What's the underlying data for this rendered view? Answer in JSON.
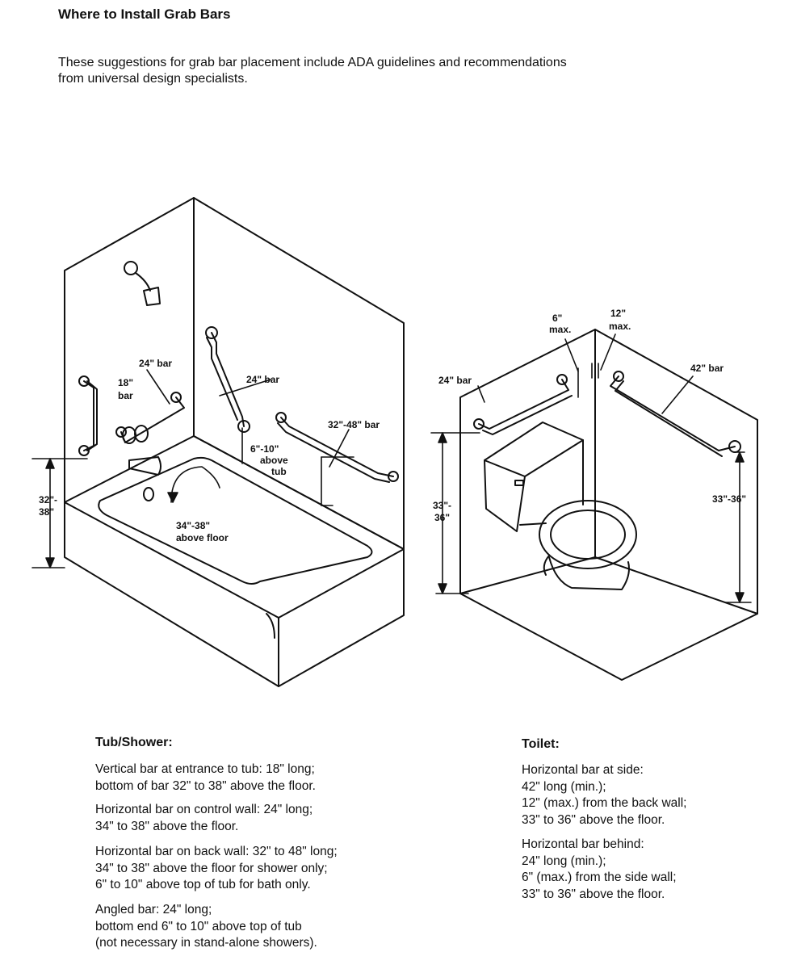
{
  "title": "Where to Install Grab Bars",
  "intro": [
    "These suggestions for grab bar placement include ADA guidelines and recommendations",
    "from universal design specialists."
  ],
  "tub_labels": {
    "bar_24_top": "24\" bar",
    "bar_18_a": "18\"",
    "bar_18_b": "bar",
    "angled_24": "24\" bar",
    "back_32_48": "32\"-48\" bar",
    "dim_6_10_a": "6\"-10\"",
    "dim_6_10_b": "above",
    "dim_6_10_c": "tub",
    "dim_34_38_a": "34\"-38\"",
    "dim_34_38_b": "above floor",
    "dim_32_38_a": "32\"-",
    "dim_32_38_b": "38\""
  },
  "toilet_labels": {
    "six_a": "6\"",
    "six_b": "max.",
    "twelve_a": "12\"",
    "twelve_b": "max.",
    "bar_24": "24\" bar",
    "bar_42": "42\" bar",
    "dim_33_36_left_a": "33\"-",
    "dim_33_36_left_b": "36\"",
    "dim_33_36_right": "33\"-36\""
  },
  "tub_section": {
    "heading": "Tub/Shower:",
    "paragraphs": [
      [
        "Vertical bar at entrance to tub: 18\" long;",
        "bottom of bar 32\" to 38\" above the floor."
      ],
      [
        "Horizontal bar on control wall: 24\" long;",
        "34\" to 38\" above the floor."
      ],
      [
        "Horizontal bar on back wall: 32\" to 48\" long;",
        "34\" to 38\" above the floor for shower only;",
        "6\" to 10\" above top of tub for bath only."
      ],
      [
        "Angled bar: 24\" long;",
        "bottom end 6\" to 10\" above top of tub",
        "(not necessary in stand-alone showers)."
      ]
    ]
  },
  "toilet_section": {
    "heading": "Toilet:",
    "paragraphs": [
      [
        "Horizontal bar at side:",
        "42\" long (min.);",
        "12\" (max.) from the back wall;",
        "33\" to 36\" above the floor."
      ],
      [
        "Horizontal bar behind:",
        "24\" long (min.);",
        "6\" (max.) from the side wall;",
        "33\" to 36\" above the floor."
      ]
    ]
  }
}
